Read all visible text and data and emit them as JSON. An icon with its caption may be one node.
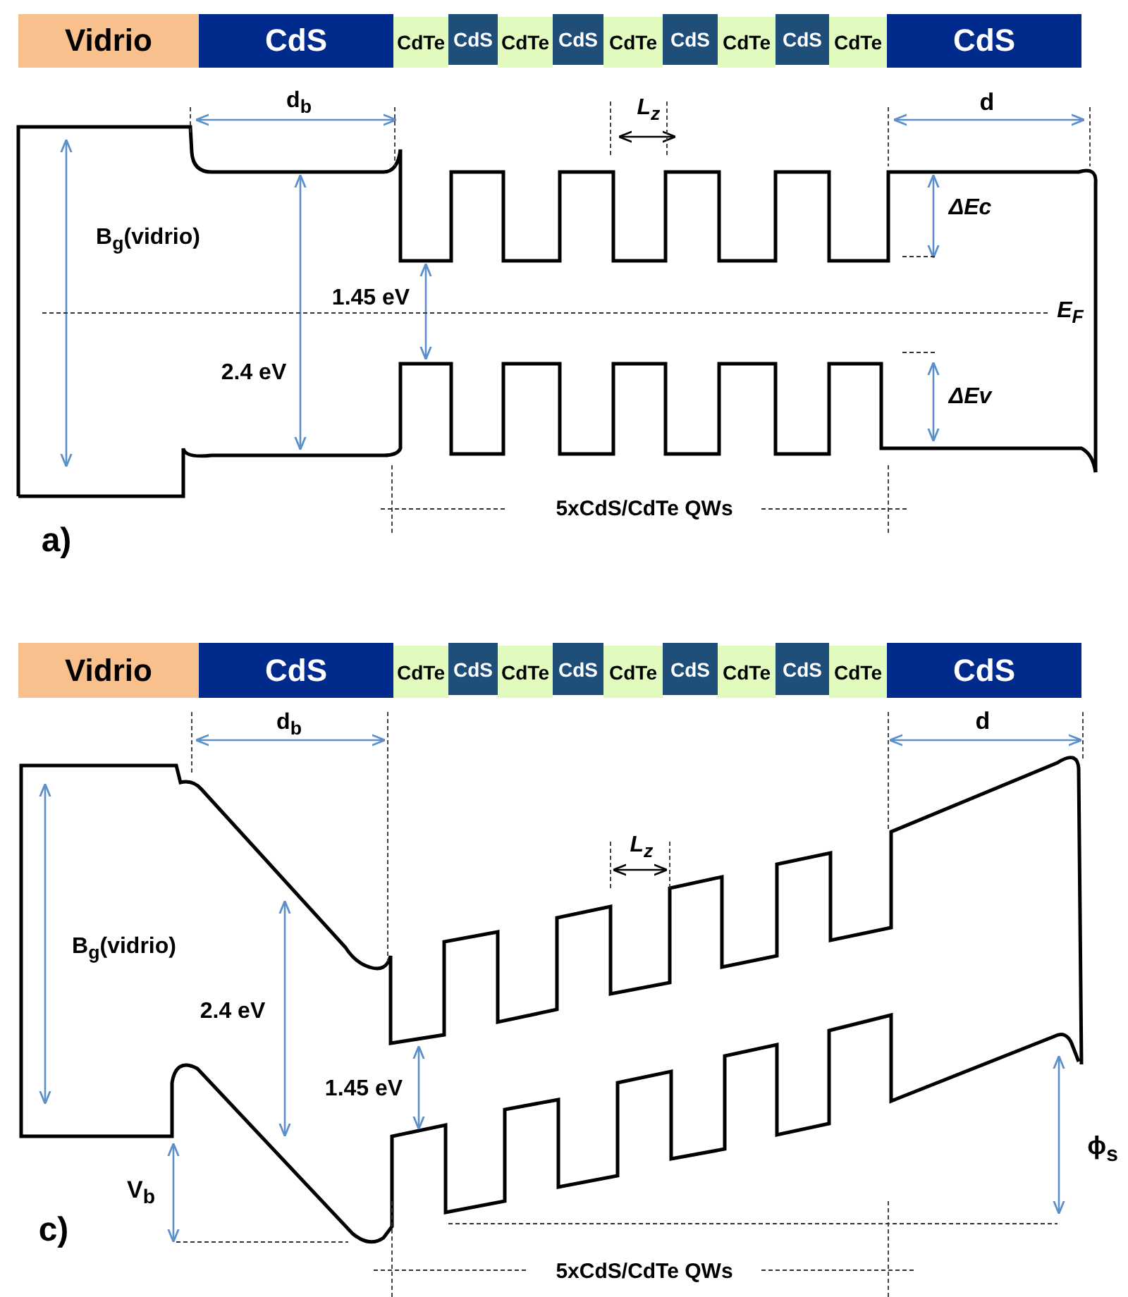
{
  "diagram": {
    "nodes": [
      {
        "text": [
          "Vidrio"
        ]
      },
      {
        "text": [
          "CdS"
        ]
      },
      {
        "text": [
          "CdTe"
        ]
      },
      {
        "text": [
          "CdS"
        ]
      },
      {
        "text": [
          "CdTe"
        ]
      },
      {
        "text": [
          "CdS"
        ]
      },
      {
        "text": [
          "CdTe"
        ]
      },
      {
        "text": [
          "CdS"
        ]
      },
      {
        "text": [
          "CdTe"
        ]
      },
      {
        "text": [
          "CdS"
        ]
      },
      {
        "text": [
          "CdTe"
        ]
      },
      {
        "text": [
          "CdS"
        ]
      },
      {
        "text": [
          "Vidrio"
        ]
      },
      {
        "text": [
          "CdS"
        ]
      },
      {
        "text": [
          "CdTe"
        ]
      },
      {
        "text": [
          "CdS"
        ]
      },
      {
        "text": [
          "CdTe"
        ]
      },
      {
        "text": [
          "CdS"
        ]
      },
      {
        "text": [
          "CdTe"
        ]
      },
      {
        "text": [
          "CdS"
        ]
      },
      {
        "text": [
          "CdTe"
        ]
      },
      {
        "text": [
          "CdS"
        ]
      },
      {
        "text": [
          "CdTe"
        ]
      },
      {
        "text": [
          "CdS"
        ]
      }
    ],
    "labels": [
      "d$_{b}$",
      "d",
      "L$_{z}$",
      "ΔEc",
      "B$_{g}$(vidrio)",
      "1.45 eV",
      "E$_{F}$",
      "2.4 eV",
      "ΔEv",
      "5xCdS/CdTe QWs",
      "a)",
      "d$_{b}$",
      "d",
      "L$_{z}$",
      "B$_{g}$(vidrio)",
      "2.4 eV",
      "1.45 eV",
      "ϕ$_{s}$",
      "V$_{b}$",
      "c)",
      "5xCdS/CdTe QWs"
    ]
  }
}
